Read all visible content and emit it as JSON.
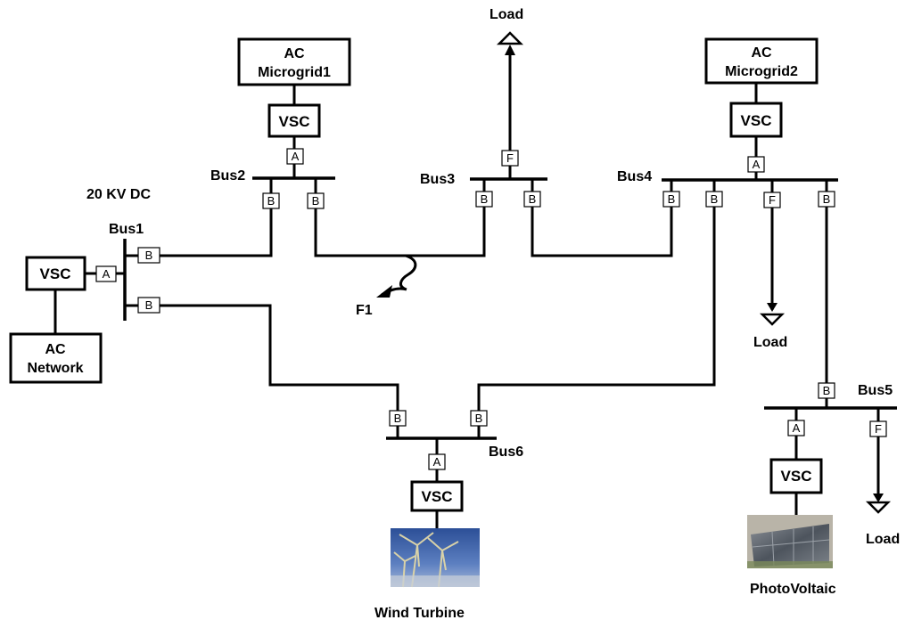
{
  "components": {
    "ac_microgrid1": [
      "AC",
      "Microgrid1"
    ],
    "ac_microgrid2": [
      "AC",
      "Microgrid2"
    ],
    "ac_network": [
      "AC",
      "Network"
    ],
    "vsc": "VSC"
  },
  "buses": {
    "bus1": "Bus1",
    "bus2": "Bus2",
    "bus3": "Bus3",
    "bus4": "Bus4",
    "bus5": "Bus5",
    "bus6": "Bus6"
  },
  "labels": {
    "voltage": "20 KV DC",
    "fault": "F1",
    "load": "Load",
    "wind_turbine": "Wind Turbine",
    "photovoltaic": "PhotoVoltaic"
  },
  "breakers": {
    "a": "A",
    "b": "B",
    "f": "F"
  },
  "icons": {
    "wind": "wind-turbine-image-icon",
    "pv": "photovoltaic-panel-image-icon",
    "load": "load-arrow-icon",
    "fault": "fault-arrow-icon"
  },
  "colors": {
    "line": "#000000",
    "background": "#ffffff",
    "wind_sky": "#3f64a8",
    "pv_panel": "#5a5f66"
  }
}
